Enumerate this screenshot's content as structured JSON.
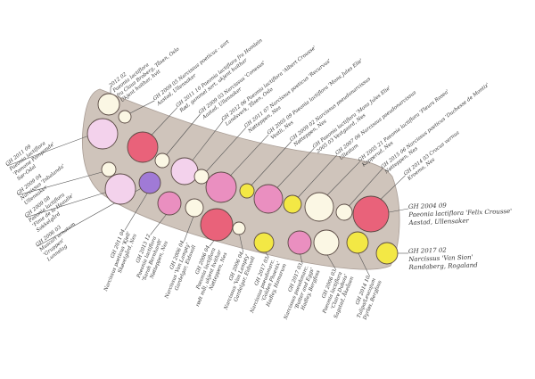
{
  "colors": {
    "bed": "#cfc4bb",
    "red": "#e9627a",
    "pink": "#ea8fc0",
    "lightpink": "#f3d2ec",
    "cream": "#fbf7e4",
    "yellow": "#f3e845",
    "purple": "#a07ad6"
  },
  "top_labels": [
    [
      "2012 02",
      "Paeonia lactiflora",
      "fra Claus Broberg, Tåsen, Oslo",
      "Ukjent hvithar, hvit"
    ],
    [
      "GH 2009 05 Narcissus poeticus - sort",
      "Aastad, Ullensaker"
    ],
    [
      "GH 2011 10 Paeonia lactiflora fra Homlein",
      "Rød, gammel sort, ukjent hvithar"
    ],
    [
      "GH 2009 03 Narcissus 'Conesus'",
      "Aastad, Ullensaker"
    ],
    [
      "GH 2012 06 Paeonia lactiflora 'Albert Crousse'",
      "Landsverk, Tåsen, Oslo"
    ],
    [
      "GH 2011 07 Narcissus poeticus 'Recurvus'",
      "Nøtteppen, Nes"
    ],
    [
      "GH 2005 09 Paeonia lactiflora 'Mons Jules Elie'",
      "Vestli, Nes"
    ],
    [
      "GH 2009 02 Narcissus pseudonarcissus",
      "Nøtteppen, Nes"
    ],
    [
      "GH Paeonia lactiflora 'Mons Jules Elie'",
      "2005 03 Vestgaard, Nes"
    ],
    [
      "GH 2007 06 Narcissus pseudonarcissus",
      "Ullestam"
    ],
    [
      "GH 2005 21 Paeonia lactiflora 'Fleurs Rosea'",
      "Kopperud, Nes"
    ],
    [
      "GH 2015 06 Narcissus poeticus 'Duchesse de Montiz'",
      "Nøtteppen, Nes"
    ],
    [
      "GH 2014 03 Crocus vernus",
      "Kroemo, Nes"
    ]
  ],
  "left_labels": [
    [
      "GH 2011 09",
      "Paeonia lactiflora",
      "'Pomone Pomponde'",
      "Sør-Odal"
    ],
    [
      "GH 2009 04",
      "Narcissus 'Inbalanda'",
      "Ullensaker"
    ],
    [
      "GH 2009 08",
      "Paeonia lactiflora",
      "'Fime de la Heaulle'",
      "Sokkelgård"
    ],
    [
      "GH 2006 03",
      "Muscari ornatum",
      "'Gruppen'",
      "Lunnelag"
    ]
  ],
  "bottom_labels": [
    [
      "GH 2011 04",
      "Narcissus poeticus 'Kjell'",
      "Skøvelgård, Nes"
    ],
    [
      "GH 2013 12",
      "Paeonia lactiflora",
      "'Sarah Bernhardt'",
      "Nøtteppen, Nes"
    ],
    [
      "GH 2006 04",
      "Narcissus 'Van Lampty'",
      "Gardelgar, Eidsvoll"
    ],
    [
      "GH 2006 04",
      "Paeonia lactiflora",
      "rødt mål, ukjent hvithar",
      "Nøtteppen, Nes"
    ],
    [
      "GH 2006 04",
      "Narcissus 'Van Lampty'",
      "Gardelgar, Eidsvoll"
    ],
    [
      "GH 2017 03",
      "Narcissus pseudonarc.",
      "'Golden Phoenix'",
      "Hadley, Hamarum"
    ],
    [
      "GH 2017 03",
      "Narcissus pseudonarc.",
      "'Butter and Eggs'",
      "Hadley, Bergfoss"
    ],
    [
      "GH 2006 03",
      "Paeonia lactiflora",
      "'Claire Dubois'",
      "Sagstad, Åkeåsen"
    ],
    [
      "GH 2014 10",
      "Tulipa/Leucojum",
      "Dyrløs, Bergfoss"
    ]
  ],
  "right_labels": [
    [
      "GH 2004 09",
      "Paeonia lactiflora 'Felix Crousse'",
      "Aastad, Ullensaker"
    ],
    [
      "GH 2017 02",
      "Narcissus 'Van Sion'",
      "Randaberg, Rogaland"
    ]
  ]
}
